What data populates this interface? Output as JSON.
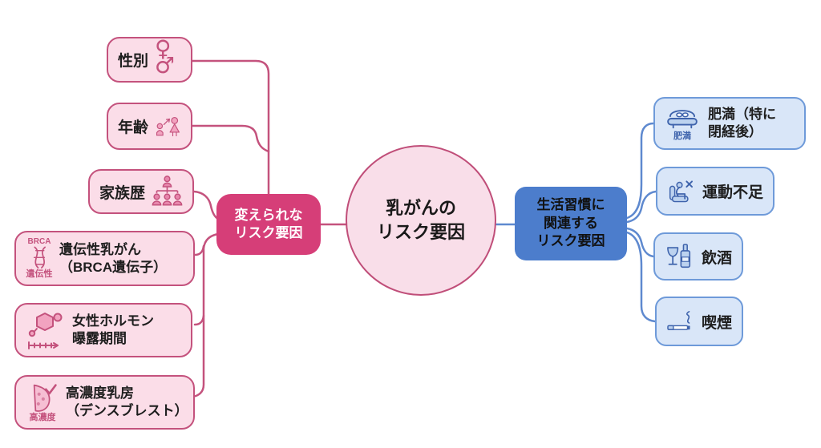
{
  "center": {
    "lines": [
      "乳がんの",
      "リスク要因"
    ]
  },
  "left_hub": {
    "lines": [
      "変えられな",
      "リスク要因"
    ]
  },
  "right_hub": {
    "lines": [
      "生活習慣に",
      "関連する",
      "リスク要因"
    ]
  },
  "left_factors": {
    "sex": {
      "label": "性別",
      "icon": "female-male-symbols",
      "female": "♀",
      "male": "♂"
    },
    "age": {
      "label": "年齢",
      "icon": "girl-growing-to-woman"
    },
    "family": {
      "label": "家族歴",
      "icon": "family-tree"
    },
    "genetic": {
      "line1": "遺伝性乳がん",
      "line2": "（BRCA遺伝子）",
      "icon": "dna-helix",
      "icon_label_top": "BRCA",
      "icon_label_bottom": "遺伝性"
    },
    "hormone": {
      "line1": "女性ホルモン",
      "line2": "曝露期間",
      "icon": "hormone-molecule-timeline"
    },
    "dense": {
      "line1": "高濃度乳房",
      "line2": "（デンスブレスト）",
      "icon": "dense-breast-check",
      "icon_label": "高濃度"
    }
  },
  "right_factors": {
    "obesity": {
      "line1": "肥満（特に",
      "line2": "閉経後）",
      "icon": "weight-scale",
      "icon_label": "肥満"
    },
    "exercise": {
      "label": "運動不足",
      "icon": "sitting-person-x"
    },
    "alcohol": {
      "label": "飲酒",
      "icon": "wine-glass-and-bottle"
    },
    "smoking": {
      "label": "喫煙",
      "icon": "cigarette-with-smoke"
    }
  },
  "colors": {
    "pink_hub": "#D63E78",
    "pink_border": "#C4527D",
    "pink_fill": "#FBDDE8",
    "circle_fill": "#F9DEE9",
    "blue_hub": "#4C7DCC",
    "blue_border": "#6E9AD9",
    "blue_fill": "#D9E6F8",
    "blue_icon": "#3E63AC",
    "text": "#1e1e1e"
  }
}
